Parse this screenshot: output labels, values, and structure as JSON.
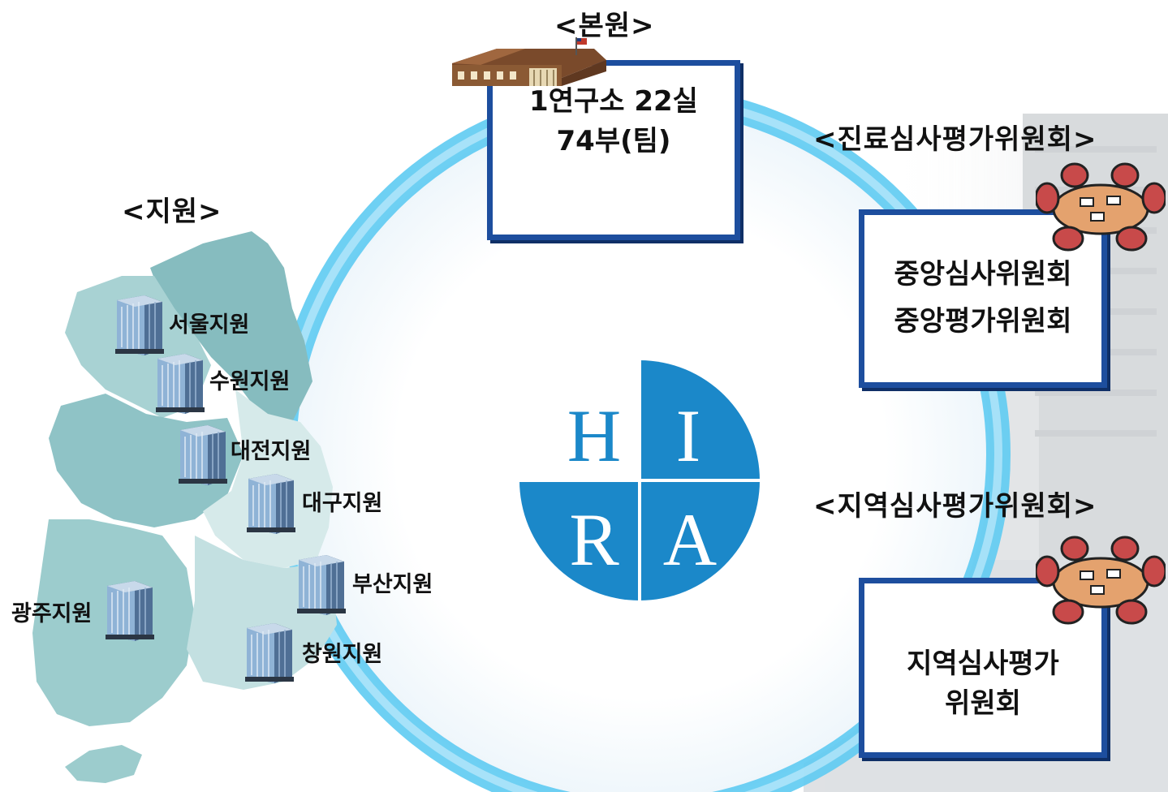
{
  "headquarters": {
    "heading": "<본원>",
    "line1": "1연구소 22실",
    "line2": "74부(팀)"
  },
  "branches": {
    "heading": "<지원>",
    "items": [
      {
        "label": "서울지원"
      },
      {
        "label": "수원지원"
      },
      {
        "label": "대전지원"
      },
      {
        "label": "대구지원"
      },
      {
        "label": "부산지원"
      },
      {
        "label": "광주지원"
      },
      {
        "label": "창원지원"
      }
    ]
  },
  "central_committee": {
    "heading": "<진료심사평가위원회>",
    "line1": "중앙심사위원회",
    "line2": "중앙평가위원회"
  },
  "regional_committee": {
    "heading": "<지역심사평가위원회>",
    "line1": "지역심사평가",
    "line2": "위원회"
  },
  "logo": {
    "letters": [
      "H",
      "I",
      "R",
      "A"
    ],
    "color": "#1b88c9"
  },
  "colors": {
    "box_border": "#1d4e9e",
    "ring": "#5ecbf2",
    "map_fill": "#9fcdcf"
  }
}
